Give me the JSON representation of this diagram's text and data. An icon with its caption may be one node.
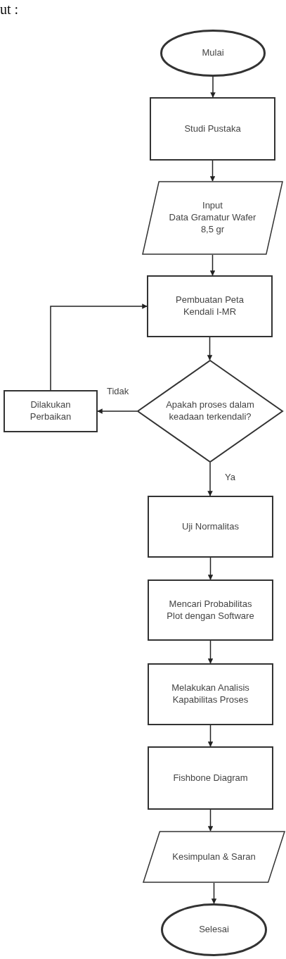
{
  "diagram": {
    "nodes": [
      {
        "text": [
          "Mulai"
        ]
      },
      {
        "text": [
          "Studi Pustaka"
        ]
      },
      {
        "text": [
          "Input",
          "Data Gramatur Wafer 8,5 gr"
        ]
      },
      {
        "text": [
          "Pembuatan Peta Kendali I-MR"
        ]
      },
      {
        "text": [
          "Apakah proses dalam keadaan terkendali?"
        ]
      },
      {
        "text": [
          "Dilakukan Perbaikan"
        ]
      },
      {
        "text": [
          "Uji Normalitas"
        ]
      },
      {
        "text": [
          "Mencari Probabilitas Plot dengan Software"
        ]
      },
      {
        "text": [
          "Melakukan Analisis Kapabilitas Proses"
        ]
      },
      {
        "text": [
          "Fishbone Diagram"
        ]
      },
      {
        "text": [
          "Kesimpulan & Saran"
        ]
      },
      {
        "text": [
          "Selesai"
        ]
      }
    ],
    "edges": [
      {
        "from": 0,
        "to": 1,
        "arrow": "to"
      },
      {
        "from": 1,
        "to": 2,
        "arrow": "to"
      },
      {
        "from": 2,
        "to": 3,
        "arrow": "to"
      },
      {
        "from": 3,
        "to": 4,
        "arrow": "to"
      },
      {
        "from": 4,
        "to": 5,
        "arrow": "to",
        "label": "Tidak"
      },
      {
        "from": 5,
        "to": 3,
        "arrow": "to"
      },
      {
        "from": 4,
        "to": 6,
        "arrow": "to",
        "label": "Ya"
      },
      {
        "from": 6,
        "to": 7,
        "arrow": "to"
      },
      {
        "from": 7,
        "to": 8,
        "arrow": "to"
      },
      {
        "from": 8,
        "to": 9,
        "arrow": "to"
      },
      {
        "from": 9,
        "to": 10,
        "arrow": "to"
      },
      {
        "from": 10,
        "to": 11,
        "arrow": "to"
      }
    ],
    "labels": [
      "ut :"
    ]
  }
}
